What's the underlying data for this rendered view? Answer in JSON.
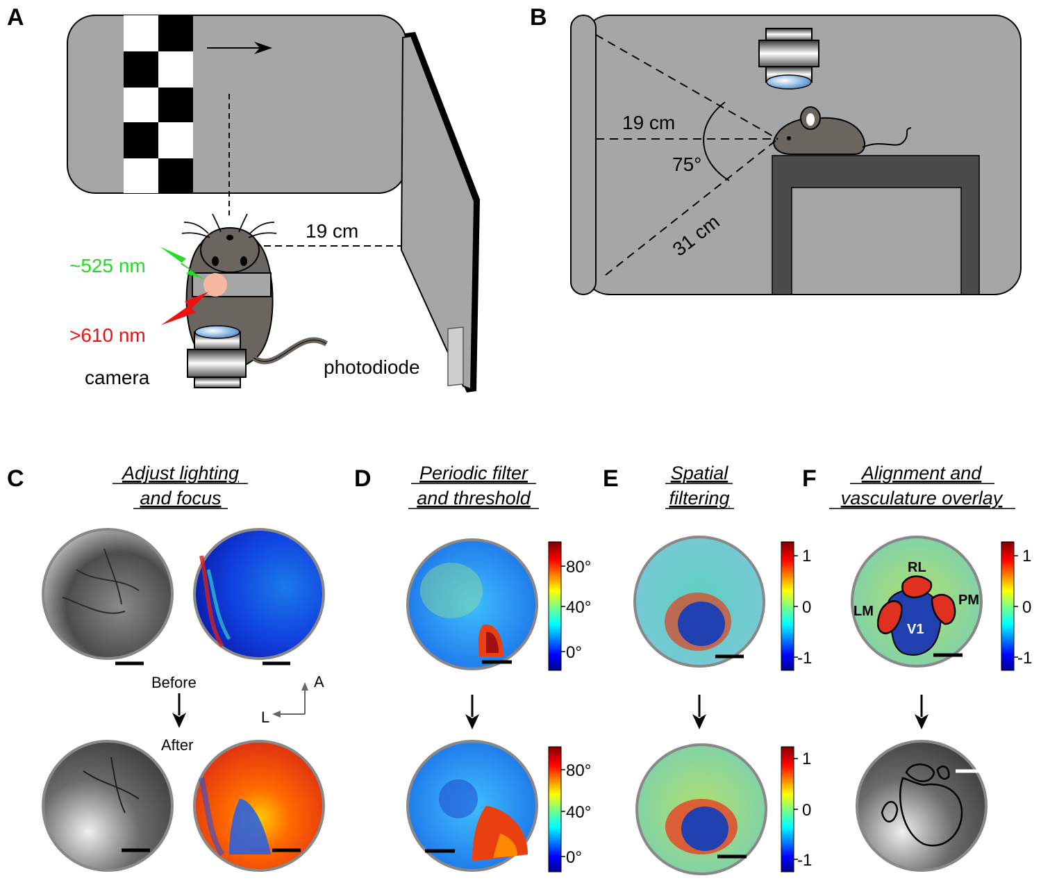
{
  "panels": {
    "A": {
      "label": "A",
      "distance": "19 cm",
      "green_wavelength": "~525 nm",
      "red_wavelength": ">610 nm",
      "camera": "camera",
      "photodiode": "photodiode",
      "colors": {
        "green": "#22dd22",
        "red": "#ee1111",
        "screen": "#a6a6a6",
        "mouse": "#6b6560"
      }
    },
    "B": {
      "label": "B",
      "distance_horizontal": "19 cm",
      "angle": "75°",
      "distance_diagonal": "31 cm"
    },
    "C": {
      "label": "C",
      "title_line1": "Adjust lighting",
      "title_line2": "and focus",
      "before": "Before",
      "after": "After",
      "axis_a": "A",
      "axis_l": "L"
    },
    "D": {
      "label": "D",
      "title_line1": "Periodic filter",
      "title_line2": "and threshold",
      "colorbar_ticks": [
        "80°",
        "40°",
        "0°"
      ]
    },
    "E": {
      "label": "E",
      "title_line1": "Spatial",
      "title_line2": "filtering",
      "colorbar_ticks": [
        "1",
        "0",
        "-1"
      ]
    },
    "F": {
      "label": "F",
      "title_line1": "Alignment and",
      "title_line2": "vasculature overlay",
      "colorbar_ticks": [
        "1",
        "0",
        "-1"
      ],
      "areas": [
        "RL",
        "LM",
        "PM",
        "V1"
      ]
    }
  }
}
